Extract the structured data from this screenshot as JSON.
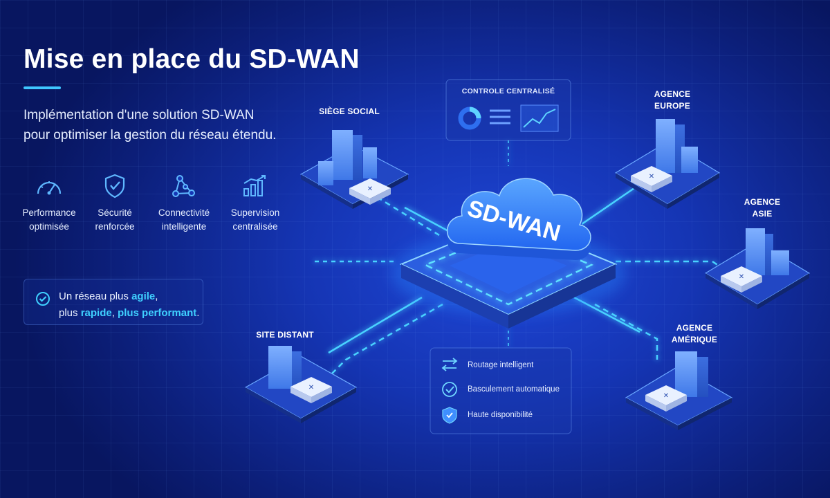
{
  "title": "Mise en place du SD-WAN",
  "subtitle_line1": "Implémentation d'une solution SD-WAN",
  "subtitle_line2": "pour optimiser la gestion du réseau étendu.",
  "features": [
    {
      "icon": "speedometer-icon",
      "line1": "Performance",
      "line2": "optimisée"
    },
    {
      "icon": "shield-check-icon",
      "line1": "Sécurité",
      "line2": "renforcée"
    },
    {
      "icon": "network-nodes-icon",
      "line1": "Connectivité",
      "line2": "intelligente"
    },
    {
      "icon": "bar-chart-icon",
      "line1": "Supervision",
      "line2": "centralisée"
    }
  ],
  "tagline": {
    "line1_prefix": "Un réseau plus ",
    "line1_highlight": "agile",
    "line1_suffix": ",",
    "line2_prefix": "plus ",
    "line2_highlight1": "rapide",
    "line2_middle": ", ",
    "line2_highlight2": "plus performant",
    "line2_suffix": "."
  },
  "hub_label": "SD-WAN",
  "control_panel_title": "CONTROLE CENTRALISÉ",
  "sites": {
    "siege": {
      "line1": "SIÈGE SOCIAL",
      "line2": ""
    },
    "europe": {
      "line1": "AGENCE",
      "line2": "EUROPE"
    },
    "asie": {
      "line1": "AGENCE",
      "line2": "ASIE"
    },
    "amerique": {
      "line1": "AGENCE",
      "line2": "AMÉRIQUE"
    },
    "distant": {
      "line1": "SITE DISTANT",
      "line2": ""
    }
  },
  "benefits": [
    {
      "icon": "routing-arrows-icon",
      "label": "Routage intelligent"
    },
    {
      "icon": "check-circle-icon",
      "label": "Basculement automatique"
    },
    {
      "icon": "shield-check-icon",
      "label": "Haute disponibilité"
    }
  ],
  "colors": {
    "accent_cyan": "#3fd0ff",
    "background_blue": "#1535b4",
    "cloud_blue": "#2f7bff"
  }
}
